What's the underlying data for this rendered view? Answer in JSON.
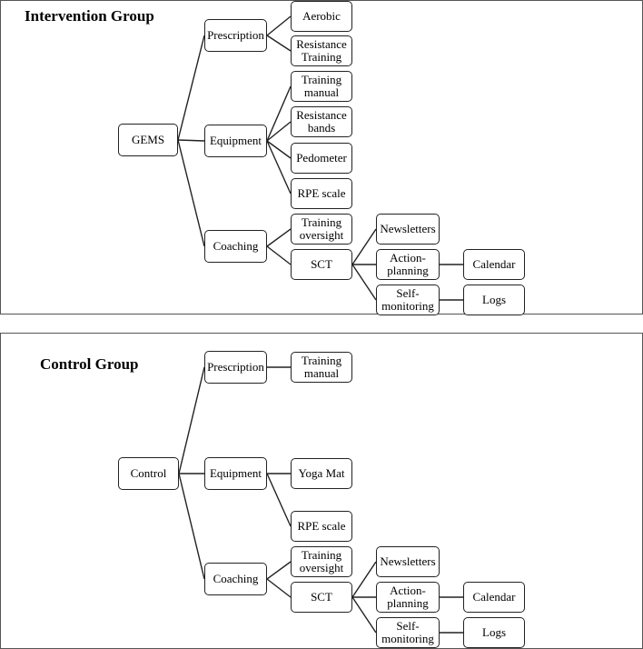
{
  "intervention": {
    "title": "Intervention Group",
    "nodes": {
      "root": "GEMS",
      "prescription": "Prescription",
      "equipment": "Equipment",
      "coaching": "Coaching",
      "aerobic": "Aerobic",
      "resistance_training": "Resistance\nTraining",
      "training_manual": "Training\nmanual",
      "resistance_bands": "Resistance\nbands",
      "pedometer": "Pedometer",
      "rpe_scale": "RPE scale",
      "training_oversight": "Training\noversight",
      "sct": "SCT",
      "newsletters": "Newsletters",
      "action_planning": "Action-\nplanning",
      "self_monitoring": "Self-\nmonitoring",
      "calendar": "Calendar",
      "logs": "Logs"
    }
  },
  "control": {
    "title": "Control Group",
    "nodes": {
      "root": "Control",
      "prescription": "Prescription",
      "equipment": "Equipment",
      "coaching": "Coaching",
      "training_manual": "Training\nmanual",
      "yoga_mat": "Yoga Mat",
      "rpe_scale": "RPE scale",
      "training_oversight": "Training\noversight",
      "sct": "SCT",
      "newsletters": "Newsletters",
      "action_planning": "Action-\nplanning",
      "self_monitoring": "Self-\nmonitoring",
      "calendar": "Calendar",
      "logs": "Logs"
    }
  }
}
